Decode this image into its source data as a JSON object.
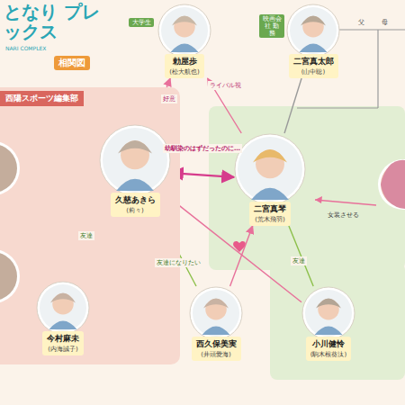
{
  "diagram": {
    "title": "となり プレックス",
    "nodes": [
      {
        "text": [
          "西陽スポーツ編集部"
        ]
      },
      {
        "text": [
          "大学生",
          "勅屋歩",
          "(松大航也)"
        ]
      },
      {
        "text": [
          "映画会社 勤務",
          "二宮真太郎",
          "(山中聡)"
        ]
      },
      {
        "text": [
          "久慈あきら",
          "(莉々)"
        ],
        "in": 0
      },
      {
        "text": [
          "二宮真琴",
          "(荒木飛羽)"
        ]
      },
      {
        "text": [
          "今村麻未",
          "(内海誠子)"
        ],
        "in": 0
      },
      {
        "text": [
          "西久保美実",
          "(井頭愛海)"
        ]
      },
      {
        "text": [
          "小川健怜",
          "(駒木根葵汰)"
        ]
      }
    ],
    "edges": [
      {
        "from": 4,
        "to": 1,
        "label": "ライバル視",
        "arrow": "to"
      },
      {
        "from": 3,
        "to": 1,
        "label": "好意",
        "arrow": "to"
      },
      {
        "from": 3,
        "to": 4,
        "label": "幼馴染のはずだったのに…",
        "arrow": "both"
      },
      {
        "from": 2,
        "to": 4,
        "arrow": "none"
      },
      {
        "from": 6,
        "to": 4,
        "arrow": "to"
      },
      {
        "from": 6,
        "to": 3,
        "label": "友達になりたい",
        "arrow": "none"
      },
      {
        "from": 4,
        "to": 7,
        "label": "友達",
        "arrow": "none"
      },
      {
        "from": 7,
        "to": 3,
        "arrow": "to"
      },
      {
        "from": 3,
        "to": 5,
        "label": "友達",
        "arrow": "none"
      }
    ],
    "labels": [
      "NARI COMPLEX",
      "相関図",
      "父",
      "母",
      "女装させる",
      "友達"
    ]
  }
}
